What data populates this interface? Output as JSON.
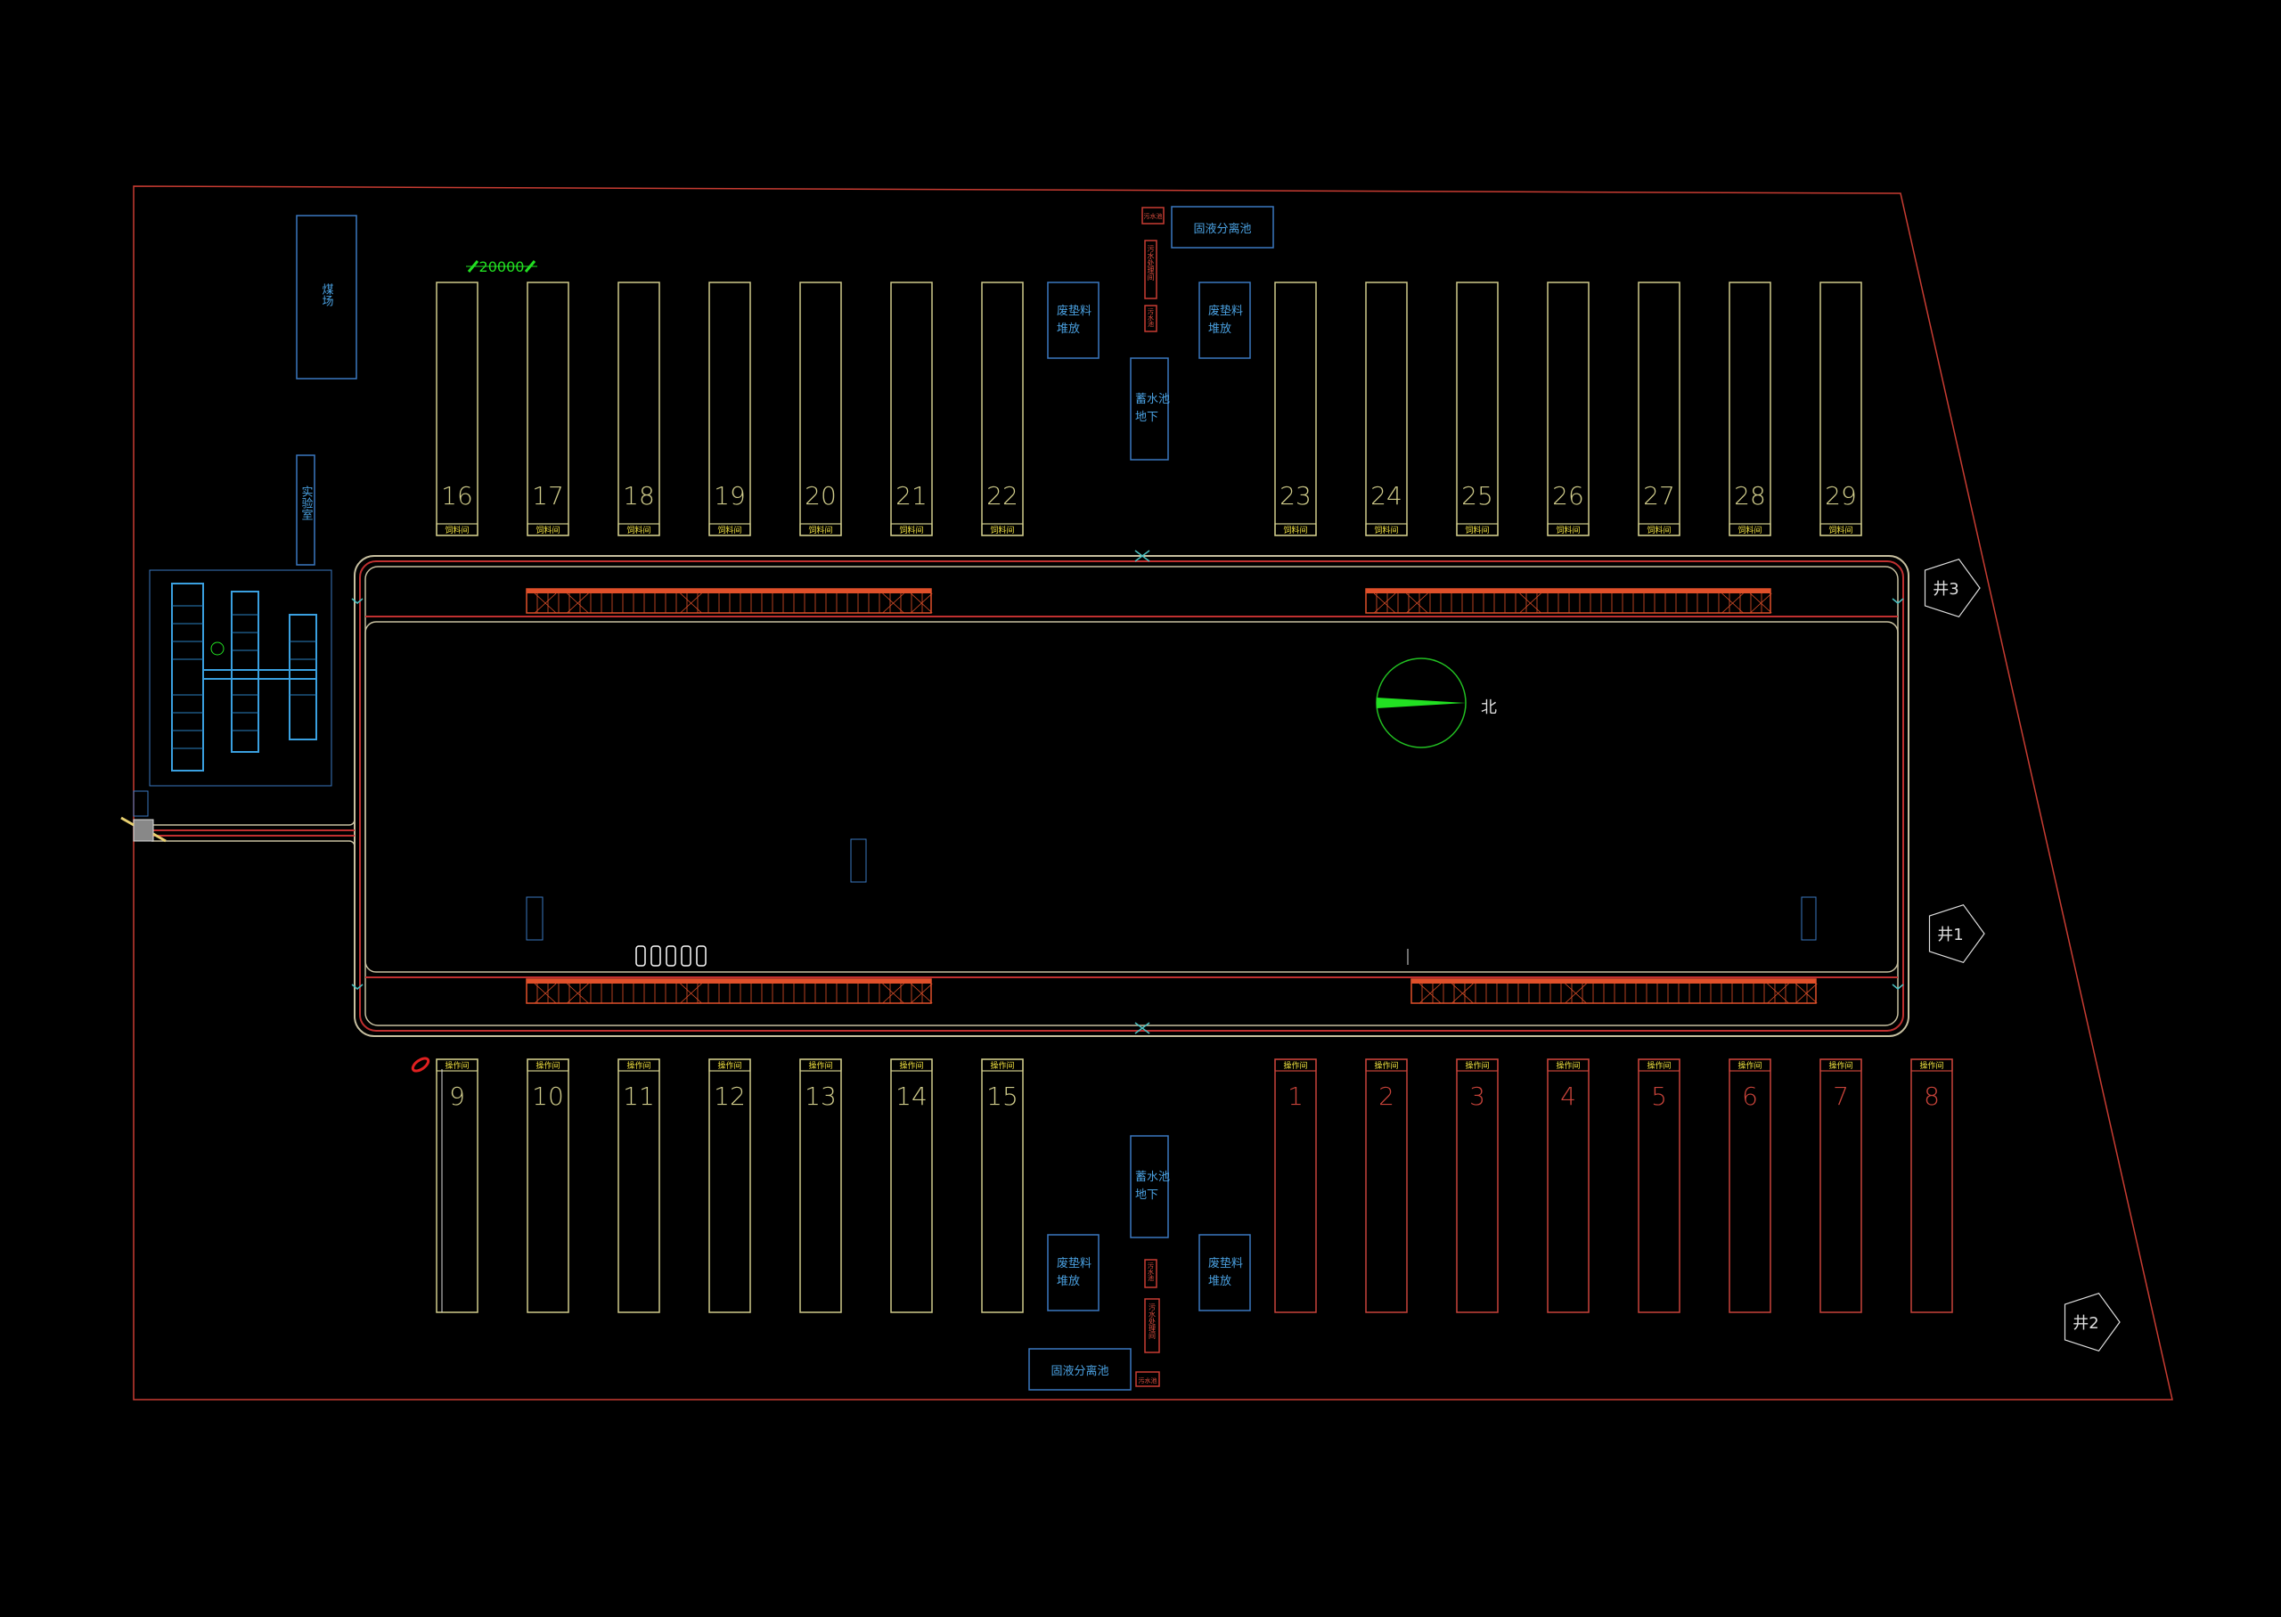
{
  "drawing": {
    "dimension": "20000",
    "compass_label": "北",
    "buildings_top": {
      "label": "饲料间",
      "left": [
        "16",
        "17",
        "18",
        "19",
        "20",
        "21",
        "22"
      ],
      "right": [
        "23",
        "24",
        "25",
        "26",
        "27",
        "28",
        "29"
      ]
    },
    "buildings_bottom": {
      "label": "操作间",
      "left": [
        "9",
        "10",
        "11",
        "12",
        "13",
        "14",
        "15"
      ],
      "right": [
        "1",
        "2",
        "3",
        "4",
        "5",
        "6",
        "7",
        "8"
      ]
    },
    "facilities": {
      "coal_yard": "煤场",
      "lab": "实验室",
      "solid_liquid": "固液分离池",
      "bedding": [
        "废垫料",
        "堆放"
      ],
      "reservoir": [
        "蓄水池",
        "地下"
      ],
      "sewage_pool": "污水池",
      "sewage_room": "污水处理间"
    },
    "wells": [
      "井3",
      "井1",
      "井2"
    ],
    "colors": {
      "boundary": "#c83c32",
      "building_yellow": "#cfcb8a",
      "building_red": "#c8433a",
      "facility_blue": "#3a78c0",
      "text_blue": "#4aa0e0",
      "strip_orange": "#e0502a",
      "road_beige": "#c8c0a0",
      "compass_green": "#22e022"
    }
  }
}
